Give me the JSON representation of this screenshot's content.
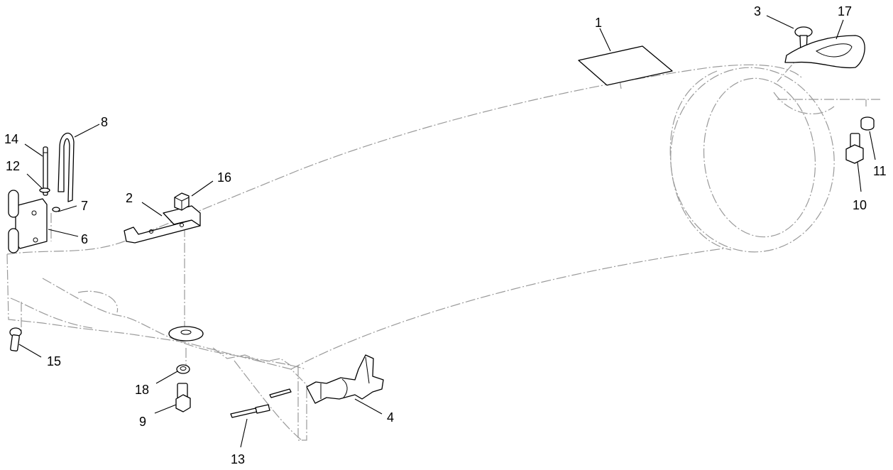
{
  "diagram": {
    "style": {
      "phantom_color": "#9a9a9a",
      "part_color": "#000000",
      "background": "#ffffff"
    },
    "callouts": [
      {
        "id": "c1",
        "label": "1"
      },
      {
        "id": "c2",
        "label": "2"
      },
      {
        "id": "c3",
        "label": "3"
      },
      {
        "id": "c4",
        "label": "4"
      },
      {
        "id": "c6",
        "label": "6"
      },
      {
        "id": "c7",
        "label": "7"
      },
      {
        "id": "c8",
        "label": "8"
      },
      {
        "id": "c9",
        "label": "9"
      },
      {
        "id": "c10",
        "label": "10"
      },
      {
        "id": "c11",
        "label": "11"
      },
      {
        "id": "c12",
        "label": "12"
      },
      {
        "id": "c13",
        "label": "13"
      },
      {
        "id": "c14",
        "label": "14"
      },
      {
        "id": "c15",
        "label": "15"
      },
      {
        "id": "c16",
        "label": "16"
      },
      {
        "id": "c17",
        "label": "17"
      },
      {
        "id": "c18",
        "label": "18"
      }
    ]
  }
}
